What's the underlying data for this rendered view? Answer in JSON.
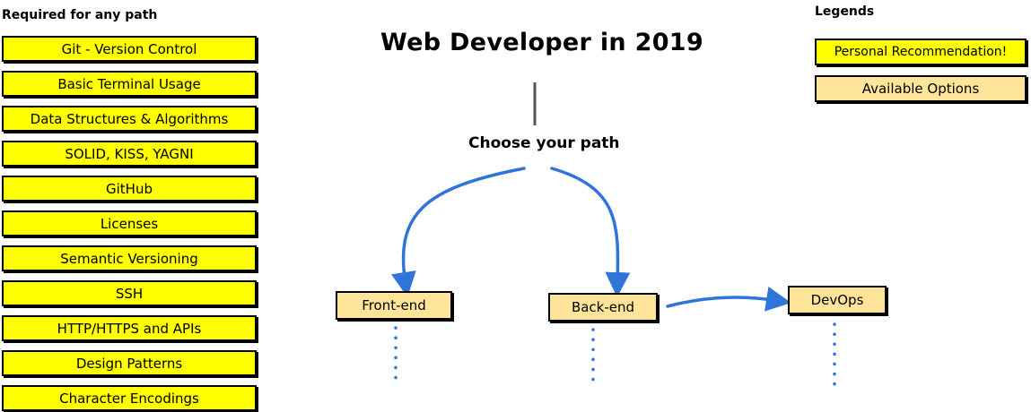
{
  "required": {
    "heading": "Required for any path",
    "items": [
      "Git - Version Control",
      "Basic Terminal Usage",
      "Data Structures & Algorithms",
      "SOLID, KISS, YAGNI",
      "GitHub",
      "Licenses",
      "Semantic Versioning",
      "SSH",
      "HTTP/HTTPS and APIs",
      "Design Patterns",
      "Character Encodings"
    ]
  },
  "title": "Web Developer in 2019",
  "choose_label": "Choose your path",
  "paths": {
    "frontend": "Front-end",
    "backend": "Back-end",
    "devops": "DevOps"
  },
  "legend": {
    "heading": "Legends",
    "recommendation": "Personal Recommendation!",
    "options": "Available Options"
  },
  "colors": {
    "recommended": "#ffff00",
    "option": "#ffe599",
    "arrow": "#2f74d9",
    "stem": "#555555"
  }
}
